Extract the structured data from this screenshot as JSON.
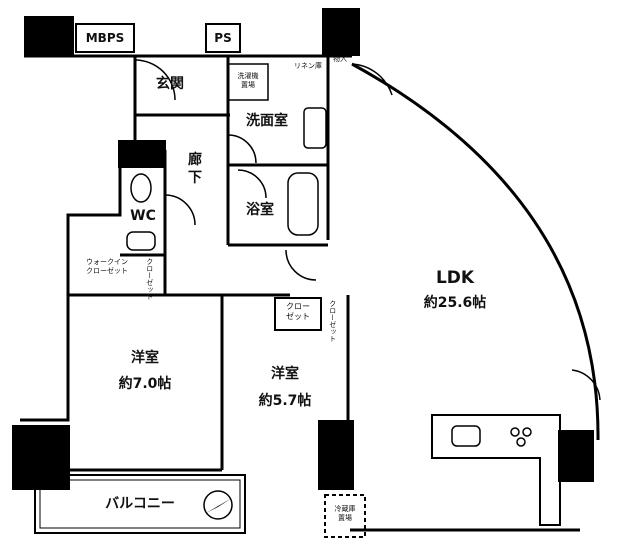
{
  "rooms": {
    "ldk_name": "LDK",
    "ldk_size": "約25.6帖",
    "western1_name": "洋室",
    "western1_size": "約7.0帖",
    "western2_name": "洋室",
    "western2_size": "約5.7帖",
    "entrance": "玄関",
    "corridor": "廊\n下",
    "washroom": "洗面室",
    "bathroom": "浴室",
    "wc": "WC",
    "mbps": "MBPS",
    "ps": "PS",
    "balcony": "バルコニー"
  },
  "storage": {
    "washer": "洗濯機\n置場",
    "linen": "リネン庫",
    "shoe": "物入",
    "walkin": "ウォークイン\nクローゼット",
    "closet_small": "クロー\nゼット",
    "closet_vert1": "クローゼット",
    "closet_vert2": "クローゼット",
    "fridge": "冷蔵庫\n置場"
  },
  "icons": [
    "compass-icon",
    "toilet-icon",
    "bathtub-icon",
    "sink-icon",
    "stove-icon"
  ]
}
